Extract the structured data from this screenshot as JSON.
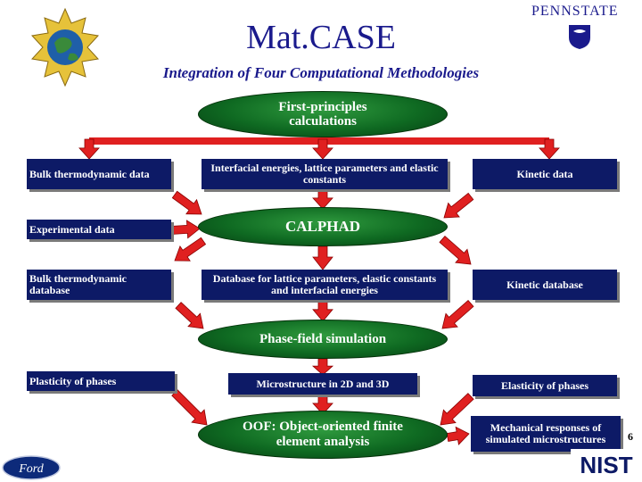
{
  "header": {
    "title": "Mat.CASE",
    "subtitle": "Integration of Four Computational Methodologies",
    "psu_text": "PENNSTATE"
  },
  "nodes": {
    "first_principles": "First-principles calculations",
    "bulk_thermo_data": "Bulk thermodynamic data",
    "interfacial": "Interfacial energies, lattice parameters and elastic constants",
    "kinetic_data": "Kinetic data",
    "experimental_data": "Experimental data",
    "calphad": "CALPHAD",
    "bulk_thermo_db": "Bulk thermodynamic database",
    "lattice_db": "Database for lattice parameters, elastic constants and interfacial energies",
    "kinetic_db": "Kinetic database",
    "phase_field": "Phase-field simulation",
    "plasticity": "Plasticity of phases",
    "microstructure": "Microstructure in 2D and 3D",
    "elasticity": "Elasticity of phases",
    "oof": "OOF: Object-oriented finite element analysis",
    "mechanical": "Mechanical responses of simulated microstructures"
  },
  "footer": {
    "page_number": "6",
    "nist_text": "NIST",
    "ford_text": "Ford"
  },
  "colors": {
    "title": "#1a1a8c",
    "box": "#0d1a66",
    "oval": "#0f6a22",
    "arrow": "#e02020"
  }
}
